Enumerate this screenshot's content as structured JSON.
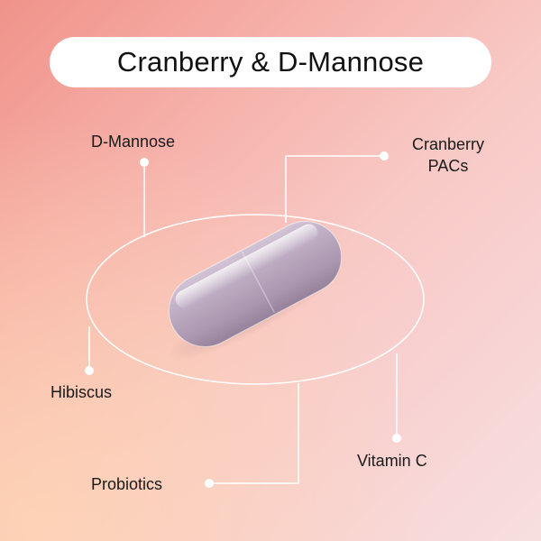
{
  "title": "Cranberry & D-Mannose",
  "ingredients": {
    "d_mannose": "D-Mannose",
    "cranberry_line1": "Cranberry",
    "cranberry_line2": "PACs",
    "hibiscus": "Hibiscus",
    "vitamin_c": "Vitamin C",
    "probiotics": "Probiotics"
  },
  "colors": {
    "background_start": "#f0938a",
    "background_end": "#f7dfe0",
    "line": "#ffffff",
    "capsule": "#b8a6bc"
  },
  "image": {
    "subject": "capsule"
  }
}
